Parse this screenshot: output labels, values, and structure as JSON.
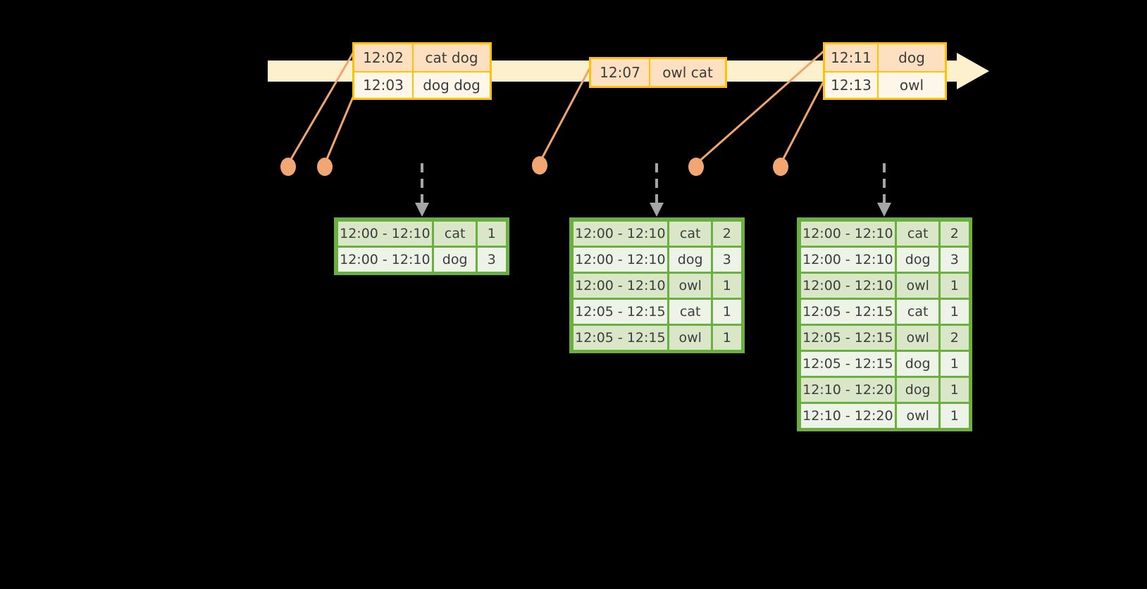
{
  "timeline": {
    "bar_color": "#fdf0cc",
    "border_color": "#ffc107",
    "events": [
      {
        "id": "event-group-1",
        "rows": [
          {
            "time": "12:02",
            "value": "cat dog"
          },
          {
            "time": "12:03",
            "value": "dog dog"
          }
        ]
      },
      {
        "id": "event-group-2",
        "rows": [
          {
            "time": "12:07",
            "value": "owl cat"
          }
        ]
      },
      {
        "id": "event-group-3",
        "rows": [
          {
            "time": "12:11",
            "value": "dog"
          },
          {
            "time": "12:13",
            "value": "owl"
          }
        ]
      }
    ]
  },
  "markers": {
    "dot_color": "#f2a671",
    "line_color": "#f0a571",
    "count": 5
  },
  "arrows": {
    "color": "#a6a6a6",
    "style": "dashed-down-arrow",
    "count": 3
  },
  "results": {
    "accent_color": "#6aaf3f",
    "row_bg_a": "#d9e7c8",
    "row_bg_b": "#edf3e6",
    "tables": [
      {
        "id": "result-table-1",
        "rows": [
          {
            "window": "12:00 - 12:10",
            "word": "cat",
            "count": "1"
          },
          {
            "window": "12:00 - 12:10",
            "word": "dog",
            "count": "3"
          }
        ]
      },
      {
        "id": "result-table-2",
        "rows": [
          {
            "window": "12:00 - 12:10",
            "word": "cat",
            "count": "2"
          },
          {
            "window": "12:00 - 12:10",
            "word": "dog",
            "count": "3"
          },
          {
            "window": "12:00 - 12:10",
            "word": "owl",
            "count": "1"
          },
          {
            "window": "12:05 - 12:15",
            "word": "cat",
            "count": "1"
          },
          {
            "window": "12:05 - 12:15",
            "word": "owl",
            "count": "1"
          }
        ]
      },
      {
        "id": "result-table-3",
        "rows": [
          {
            "window": "12:00 - 12:10",
            "word": "cat",
            "count": "2"
          },
          {
            "window": "12:00 - 12:10",
            "word": "dog",
            "count": "3"
          },
          {
            "window": "12:00 - 12:10",
            "word": "owl",
            "count": "1"
          },
          {
            "window": "12:05 - 12:15",
            "word": "cat",
            "count": "1"
          },
          {
            "window": "12:05 - 12:15",
            "word": "owl",
            "count": "2"
          },
          {
            "window": "12:05 - 12:15",
            "word": "dog",
            "count": "1"
          },
          {
            "window": "12:10 - 12:20",
            "word": "dog",
            "count": "1"
          },
          {
            "window": "12:10 - 12:20",
            "word": "owl",
            "count": "1"
          }
        ]
      }
    ]
  }
}
